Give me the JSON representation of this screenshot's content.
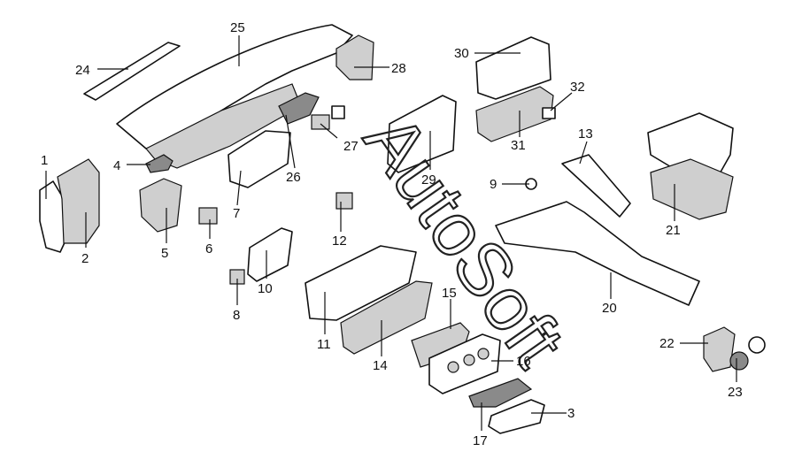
{
  "watermark": "AutoSoft",
  "callouts": [
    {
      "id": "1",
      "text": "1"
    },
    {
      "id": "2",
      "text": "2"
    },
    {
      "id": "3",
      "text": "3"
    },
    {
      "id": "4",
      "text": "4"
    },
    {
      "id": "5",
      "text": "5"
    },
    {
      "id": "6",
      "text": "6"
    },
    {
      "id": "7",
      "text": "7"
    },
    {
      "id": "8",
      "text": "8"
    },
    {
      "id": "9",
      "text": "9"
    },
    {
      "id": "10",
      "text": "10"
    },
    {
      "id": "11",
      "text": "11"
    },
    {
      "id": "12",
      "text": "12"
    },
    {
      "id": "13",
      "text": "13"
    },
    {
      "id": "14",
      "text": "14"
    },
    {
      "id": "15",
      "text": "15"
    },
    {
      "id": "16",
      "text": "16"
    },
    {
      "id": "17",
      "text": "17"
    },
    {
      "id": "20",
      "text": "20"
    },
    {
      "id": "21",
      "text": "21"
    },
    {
      "id": "22",
      "text": "22"
    },
    {
      "id": "23",
      "text": "23"
    },
    {
      "id": "24",
      "text": "24"
    },
    {
      "id": "25",
      "text": "25"
    },
    {
      "id": "26",
      "text": "26"
    },
    {
      "id": "27",
      "text": "27"
    },
    {
      "id": "28",
      "text": "28"
    },
    {
      "id": "29",
      "text": "29"
    },
    {
      "id": "30",
      "text": "30"
    },
    {
      "id": "31",
      "text": "31"
    },
    {
      "id": "32",
      "text": "32"
    }
  ]
}
